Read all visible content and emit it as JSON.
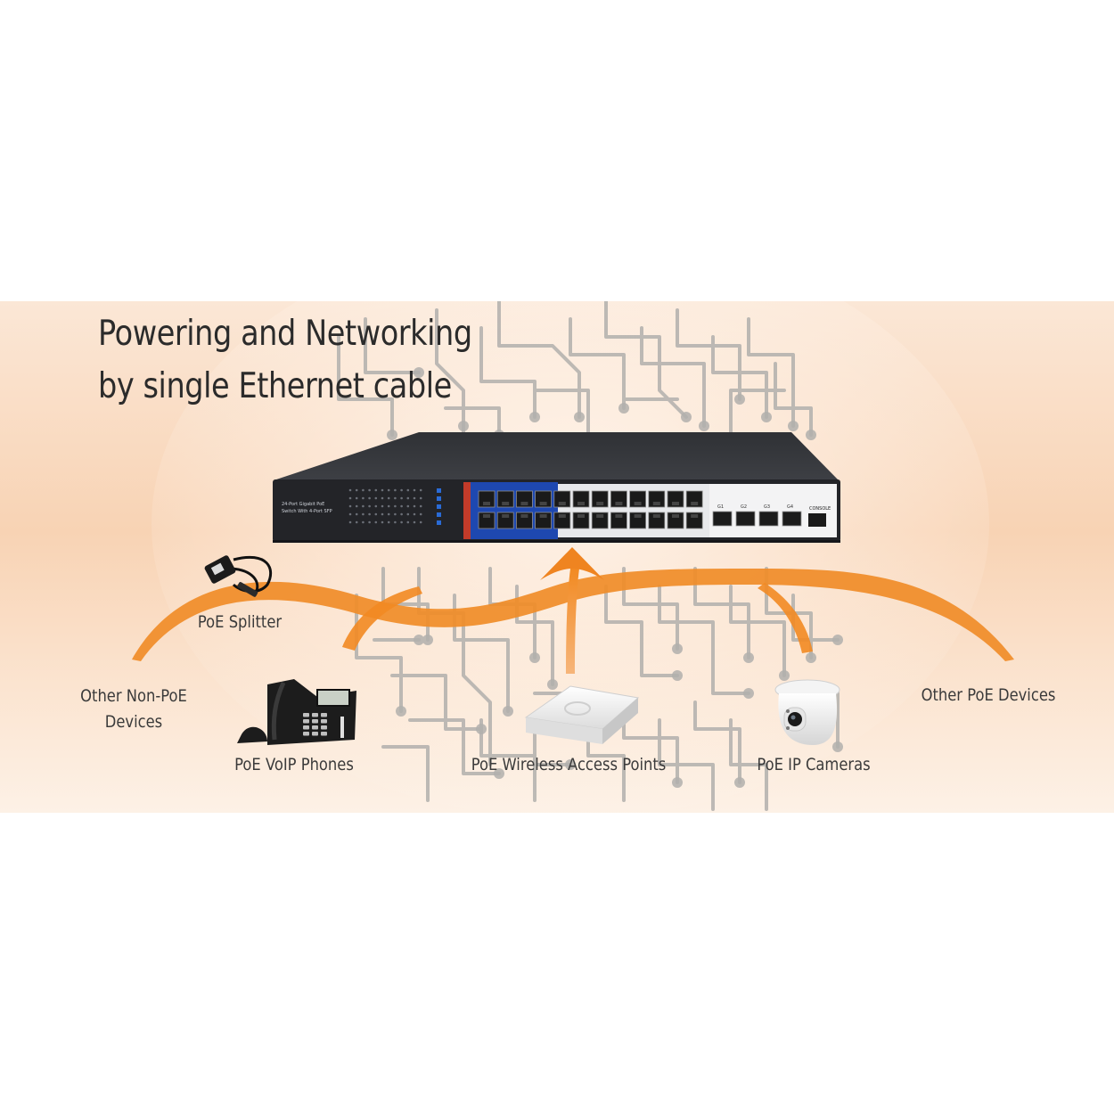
{
  "headline": {
    "line1": "Powering and Networking",
    "line2": "by single Ethernet cable"
  },
  "device_labels": {
    "poe_splitter": "PoE Splitter",
    "non_poe_line1": "Other Non-PoE",
    "non_poe_line2": "Devices",
    "voip_phones": "PoE VoIP Phones",
    "access_points": "PoE Wireless Access Points",
    "ip_cameras": "PoE IP Cameras",
    "other_poe": "Other PoE Devices"
  },
  "switch": {
    "model_line1": "24-Port Gigabit PoE",
    "model_line2": "Switch With 4-Port SFP",
    "console_label": "CONSOLE",
    "sfp_labels": [
      "G1",
      "G2",
      "G3",
      "G4"
    ]
  },
  "colors": {
    "accent_orange": "#f08c28",
    "switch_body": "#2a2c30",
    "port_panel_blue": "#1e48b0",
    "trace_gray": "#b2b0ad"
  },
  "icons": [
    "poe-splitter-icon",
    "voip-phone-icon",
    "wireless-access-point-icon",
    "dome-camera-icon",
    "network-switch-icon"
  ]
}
